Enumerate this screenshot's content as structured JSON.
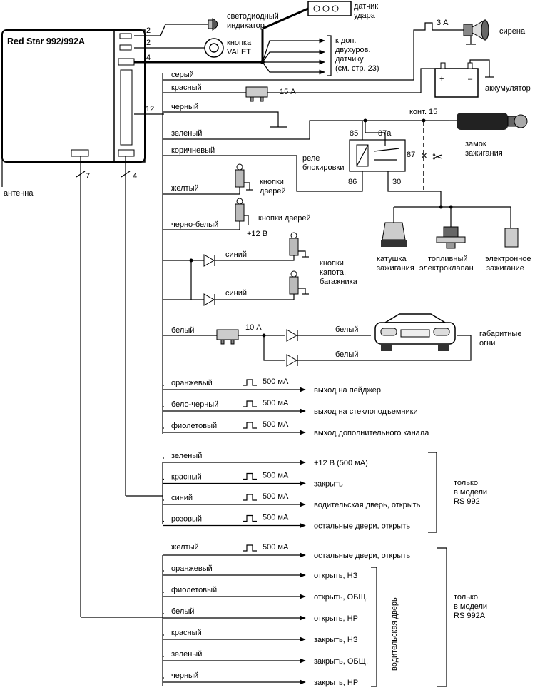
{
  "unit": {
    "title": "Red Star 992/992A",
    "antenna": "антенна",
    "conn_a": "2",
    "conn_b": "2",
    "conn_c": "4",
    "conn_main": "12",
    "conn_left": "7",
    "conn_right": "4"
  },
  "top": {
    "led": [
      "светодиодный",
      "индикатор"
    ],
    "valet": [
      "кнопка",
      "VALET"
    ],
    "shock": [
      "датчик",
      "удара"
    ],
    "extra_sensor": [
      "к доп.",
      "двухуров.",
      "датчику",
      "(см. стр. 23)"
    ],
    "siren": "сирена",
    "siren_fuse": "3 А",
    "battery": "аккумулятор",
    "battery_plus": "+",
    "battery_minus": "–"
  },
  "wires": {
    "gray": "серый",
    "red": "красный",
    "fuse15": "15 А",
    "black": "черный",
    "green": "зеленый",
    "brown": "коричневый",
    "yellow": "желтый",
    "black_white": "черно-белый",
    "blue1": "синий",
    "blue2": "синий",
    "white": "белый",
    "fuse10": "10 А",
    "white_a": "белый",
    "white_b": "белый"
  },
  "relay": {
    "label": [
      "реле",
      "блокировки"
    ],
    "kont15": "конт. 15",
    "pins": {
      "p85": "85",
      "p87a": "87а",
      "p87": "87",
      "p86": "86",
      "p30": "30"
    },
    "ignition_lock": [
      "замок",
      "зажигания"
    ]
  },
  "loads": {
    "coil": [
      "катушка",
      "зажигания"
    ],
    "fuel": [
      "топливный",
      "электроклапан"
    ],
    "electronic": [
      "электронное",
      "зажигание"
    ]
  },
  "buttons": {
    "doors1": [
      "кнопки",
      "дверей"
    ],
    "doors2": "кнопки дверей",
    "plus12": "+12 В",
    "hood": [
      "кнопки",
      "капота,",
      "багажника"
    ],
    "parking": [
      "габаритные",
      "огни"
    ]
  },
  "outputs_a": [
    {
      "wire": "оранжевый",
      "current": "500 мА",
      "dest": "выход на пейджер"
    },
    {
      "wire": "бело-черный",
      "current": "500 мА",
      "dest": "выход на стеклоподъемники"
    },
    {
      "wire": "фиолетовый",
      "current": "500 мА",
      "dest": "выход дополнительного канала"
    }
  ],
  "outputs_b": [
    {
      "wire": "зеленый",
      "current": "",
      "dest": "+12 В (500 мА)"
    },
    {
      "wire": "красный",
      "current": "500 мА",
      "dest": "закрыть"
    },
    {
      "wire": "синий",
      "current": "500 мА",
      "dest": "водительская дверь, открыть"
    },
    {
      "wire": "розовый",
      "current": "500 мА",
      "dest": "остальные двери, открыть"
    }
  ],
  "outputs_b_note": [
    "только",
    "в модели",
    "RS 992"
  ],
  "outputs_c_top": {
    "wire": "желтый",
    "current": "500 мА",
    "dest": "остальные двери, открыть"
  },
  "outputs_c": [
    {
      "wire": "оранжевый",
      "dest": "открыть, НЗ"
    },
    {
      "wire": "фиолетовый",
      "dest": "открыть, ОБЩ."
    },
    {
      "wire": "белый",
      "dest": "открыть, НР"
    },
    {
      "wire": "красный",
      "dest": "закрыть, НЗ"
    },
    {
      "wire": "зеленый",
      "dest": "закрыть, ОБЩ."
    },
    {
      "wire": "черный",
      "dest": "закрыть, НР"
    }
  ],
  "outputs_c_side": "водительская дверь",
  "outputs_c_note": [
    "только",
    "в модели",
    "RS 992A"
  ]
}
